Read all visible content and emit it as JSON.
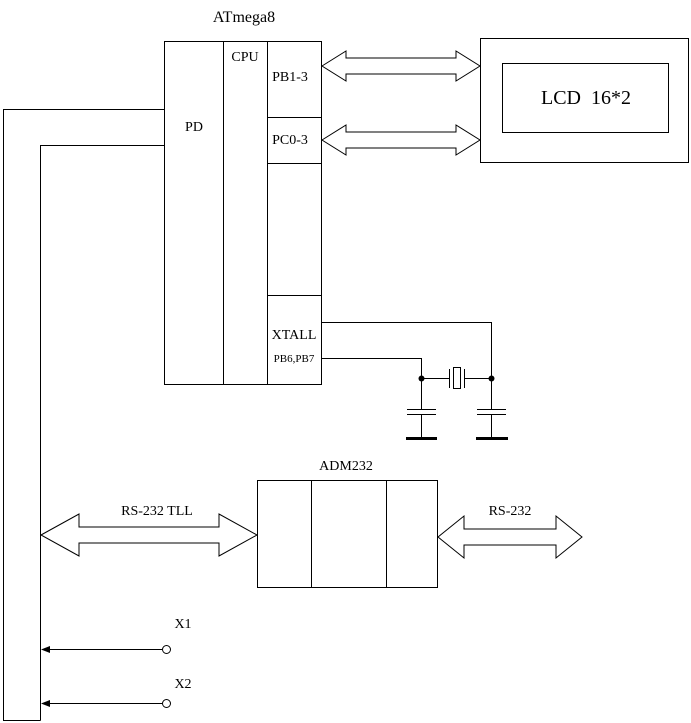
{
  "mcu": {
    "title": "ATmega8",
    "pd_label": "PD",
    "cpu_label": "CPU",
    "port_b_label": "PB1-3",
    "port_c_label": "PC0-3",
    "xtal_label": "XTALL",
    "xtal_pins_label": "PB6,PB7"
  },
  "lcd": {
    "label": "LCD  16*2"
  },
  "adm": {
    "title": "ADM232"
  },
  "links": {
    "ttl_label": "RS-232 TLL",
    "rs232_label": "RS-232"
  },
  "inputs": [
    {
      "label": "X1"
    },
    {
      "label": "X2"
    }
  ]
}
